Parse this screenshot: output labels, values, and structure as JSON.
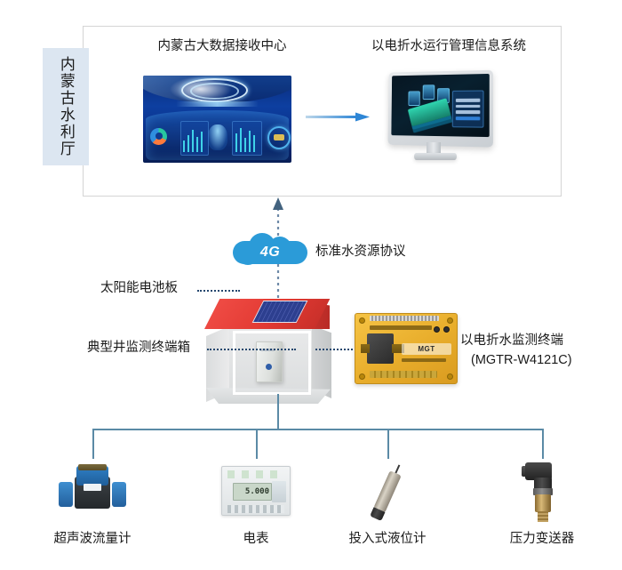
{
  "agency": {
    "name": "内蒙古水利厅"
  },
  "top_panel": {
    "bigdata_center": {
      "caption": "内蒙古大数据接收中心",
      "icon": "led-video-wall-icon"
    },
    "management_system": {
      "caption": "以电折水运行管理信息系统",
      "icon": "desktop-monitor-icon"
    },
    "arrow": {
      "icon": "right-arrow-icon"
    }
  },
  "network": {
    "cloud_label": "4G",
    "protocol_label": "标准水资源协议",
    "uplink_icon": "up-arrow-dotted-icon",
    "cloud_icon": "cloud-icon",
    "cloud_color": "#2b9bd8"
  },
  "station": {
    "solar_label": "太阳能电池板",
    "cabinet_label": "典型井监测终端箱",
    "house_icon": "well-house-icon",
    "solar_panel_icon": "solar-panel-icon",
    "cabinet_icon": "terminal-cabinet-icon",
    "roof_color": "#e23a33"
  },
  "terminal": {
    "name": "以电折水监测终端",
    "model": "(MGTR-W4121C)",
    "board_icon": "pcb-board-icon",
    "brand_text": "MGT",
    "board_color": "#e8ad2b"
  },
  "devices": [
    {
      "label": "超声波流量计",
      "icon": "ultrasonic-flow-meter-icon"
    },
    {
      "label": "电表",
      "icon": "electric-meter-icon",
      "display_value": "5.000"
    },
    {
      "label": "投入式液位计",
      "icon": "submersible-level-gauge-icon"
    },
    {
      "label": "压力变送器",
      "icon": "pressure-transmitter-icon"
    }
  ],
  "wiring": {
    "color": "#5b8aa6"
  }
}
